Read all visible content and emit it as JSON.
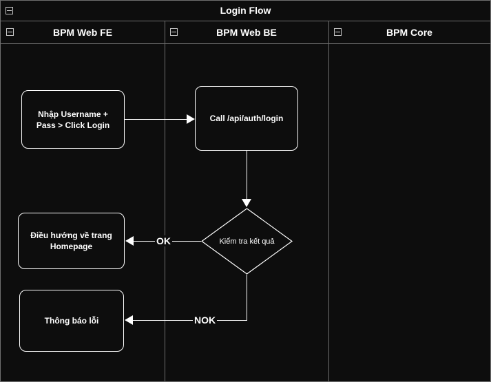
{
  "diagram": {
    "title": "Login Flow",
    "title_collapse_icon": "collapse-minus-icon",
    "lanes": [
      {
        "id": "fe",
        "label": "BPM Web FE",
        "collapse_icon": "collapse-minus-icon"
      },
      {
        "id": "be",
        "label": "BPM Web BE",
        "collapse_icon": "collapse-minus-icon"
      },
      {
        "id": "core",
        "label": "BPM Core",
        "collapse_icon": "collapse-minus-icon"
      }
    ],
    "nodes": [
      {
        "id": "input",
        "lane": "fe",
        "shape": "rounded-rect",
        "label": "Nhập Username +\nPass > Click Login"
      },
      {
        "id": "call",
        "lane": "be",
        "shape": "rounded-rect",
        "label": "Call /api/auth/login"
      },
      {
        "id": "check",
        "lane": "be",
        "shape": "diamond",
        "label": "Kiểm tra kết quả"
      },
      {
        "id": "home",
        "lane": "fe",
        "shape": "rounded-rect",
        "label": "Điều hướng về trang\nHomepage"
      },
      {
        "id": "error",
        "lane": "fe",
        "shape": "rounded-rect",
        "label": "Thông báo lỗi"
      }
    ],
    "edges": [
      {
        "id": "e1",
        "from": "input",
        "to": "call",
        "label": ""
      },
      {
        "id": "e2",
        "from": "call",
        "to": "check",
        "label": ""
      },
      {
        "id": "e3",
        "from": "check",
        "to": "home",
        "label": "OK"
      },
      {
        "id": "e4",
        "from": "check",
        "to": "error",
        "label": "NOK"
      }
    ]
  }
}
